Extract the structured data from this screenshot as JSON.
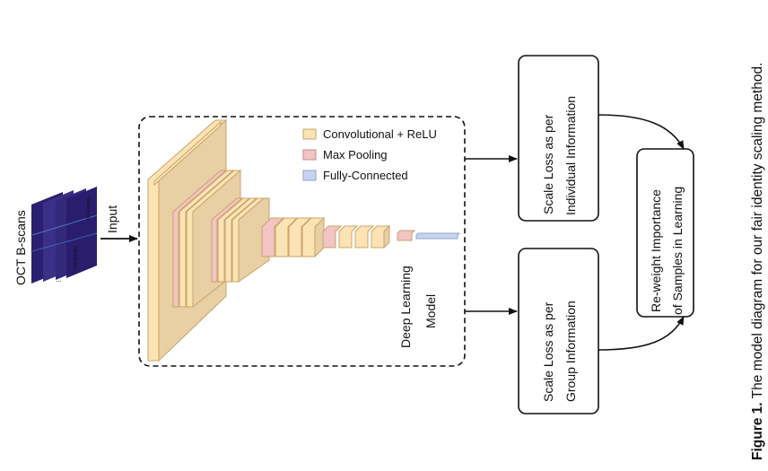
{
  "input": {
    "oct_label": "OCT B-scans",
    "input_label": "Input",
    "stack_labels": [
      "200 (Width)",
      "200 (Depth)"
    ]
  },
  "legend": {
    "items": [
      {
        "label": "Convolutional + ReLU",
        "color": "#fbe3b4"
      },
      {
        "label": "Max Pooling",
        "color": "#f0c0c0"
      },
      {
        "label": "Fully-Connected",
        "color": "#c8d4ee"
      }
    ]
  },
  "model": {
    "label_line1": "Deep Learning",
    "label_line2": "Model"
  },
  "boxes": {
    "individual": {
      "line1": "Scale Loss as per",
      "line2": "Individual Information"
    },
    "group": {
      "line1": "Scale Loss as per",
      "line2": "Group Information"
    },
    "reweight": {
      "line1": "Re-weight Importance",
      "line2": "of Samples in Learning"
    }
  },
  "caption": {
    "bold": "Figure 1.",
    "text": "The model diagram for our fair identity scaling method."
  },
  "colors": {
    "conv_fill": "#fbe3b4",
    "conv_side": "#e9c99a",
    "pool_fill": "#f2c4c4",
    "fc_fill": "#c8d4ee",
    "stroke": "#c9a46a",
    "scan_dark": "#2a1d6e"
  }
}
